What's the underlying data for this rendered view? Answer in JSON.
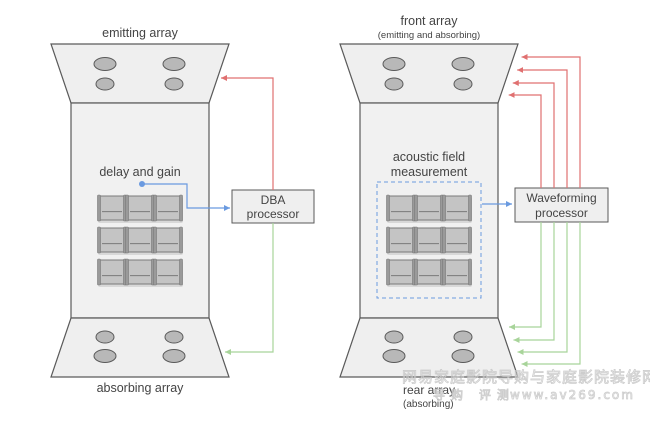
{
  "colors": {
    "outline": "#5a5a5a",
    "panel_fill": "#efefef",
    "speaker_fill": "#b8b8b8",
    "seat_fill": "#c4c4c4",
    "seat_frame": "#7a7a7a",
    "emit_line": "#e07070",
    "absorb_line": "#a8d49a",
    "measure_line": "#6a9ae0",
    "text": "#444444"
  },
  "left_diagram": {
    "top_label": "emitting array",
    "bottom_label": "absorbing array",
    "measure_label": "delay and gain",
    "processor": {
      "line1": "DBA",
      "line2": "processor"
    },
    "emit_lines": 1,
    "absorb_lines": 1,
    "seat_rows": 3,
    "seats_per_row": 3
  },
  "right_diagram": {
    "top_label": "front array",
    "top_sublabel": "(emitting and absorbing)",
    "bottom_label": "rear array",
    "bottom_sublabel": "(absorbing)",
    "measure_label_line1": "acoustic field",
    "measure_label_line2": "measurement",
    "processor": {
      "line1": "Waveforming",
      "line2": "processor"
    },
    "emit_lines": 4,
    "absorb_lines": 4,
    "seat_rows": 3,
    "seats_per_row": 3
  },
  "watermark": {
    "line1": "网易家庭影院导购与家庭影院装修网",
    "line2_cn": "导购 评测",
    "line2_url": "www.av269.com"
  }
}
